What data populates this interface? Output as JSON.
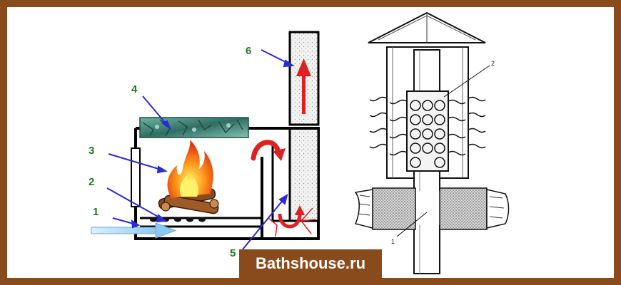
{
  "left_diagram": {
    "labels": [
      "1",
      "2",
      "3",
      "4",
      "5",
      "6"
    ]
  },
  "right_diagram": {
    "labels": [
      "1",
      "2"
    ]
  },
  "watermark": "Bathshouse.ru",
  "colors": {
    "frame": "#8a4b1c",
    "label": "#1f7a1f",
    "pointer": "#2b2bd6",
    "flow": "#e02020",
    "air": "#8ec8f0",
    "stones": "#3f8b7a"
  }
}
